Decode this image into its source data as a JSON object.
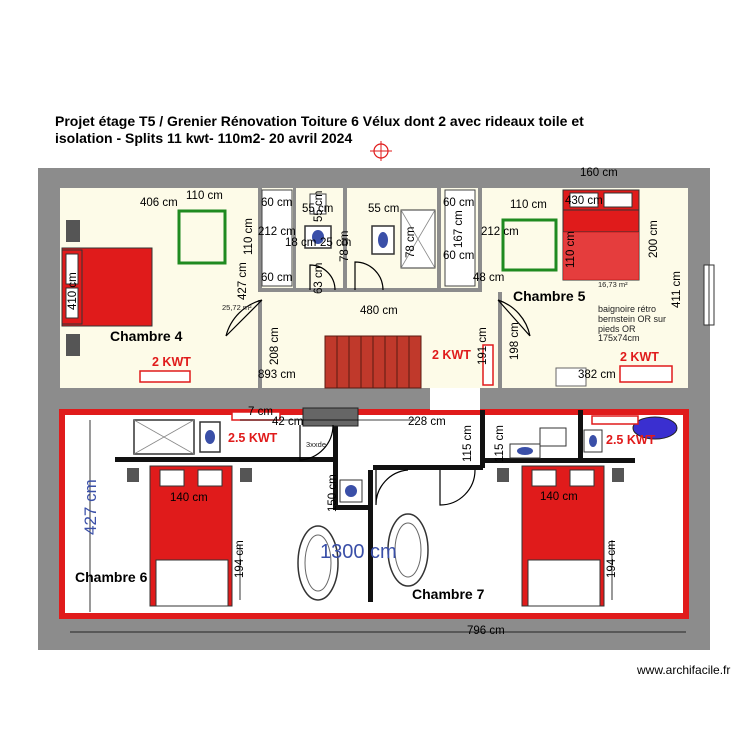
{
  "title": "Projet étage T5 / Grenier Rénovation Toiture 6 Vélux dont 2 avec rideaux toile et isolation - Splits 11 kwt- 110m2- 20 avril 2024",
  "watermark": "www.archifacile.fr",
  "rooms": {
    "chambre4": "Chambre 4",
    "chambre5": "Chambre 5",
    "chambre6": "Chambre 6",
    "chambre7": "Chambre 7"
  },
  "splits": {
    "kwt_2": "2 KWT",
    "kwt_2_5": "2.5 KWT"
  },
  "dimensions": {
    "d160": "160 cm",
    "d406": "406 cm",
    "d110": "110 cm",
    "d60": "60 cm",
    "d55": "55 cm",
    "d430": "430 cm",
    "d212": "212 cm",
    "d18": "18 cm",
    "d25": "25 cm",
    "d78": "78 cm",
    "d167": "167 cm",
    "d200": "200 cm",
    "d427": "427 cm",
    "d410": "410 cm",
    "d63": "63 cm",
    "d48": "48 cm",
    "d480": "480 cm",
    "d411": "411 cm",
    "d893": "893 cm",
    "d208": "208 cm",
    "d191": "191 cm",
    "d198": "198 cm",
    "d382": "382 cm",
    "d7": "7 cm",
    "d42": "42 cm",
    "d228": "228 cm",
    "d115": "115 cm",
    "d140": "140 cm",
    "d150": "150 cm",
    "d194": "194 cm",
    "d1300": "1300 cm",
    "d796": "796 cm",
    "d427_big": "427 cm"
  },
  "areas": {
    "a1": "25,72 m²",
    "a2": "16,73 m²",
    "a3": "3xxde"
  },
  "notes": {
    "baignoire_1": "baignoire rétro",
    "baignoire_2": "bernstein OR sur",
    "baignoire_3": "pieds OR",
    "baignoire_4": "175x74cm"
  },
  "colors": {
    "wall": "#8c8c8c",
    "floor": "#fdfbe8",
    "red": "#e01b1b",
    "green": "#1f8a1f",
    "blue": "#3a4fa8"
  }
}
